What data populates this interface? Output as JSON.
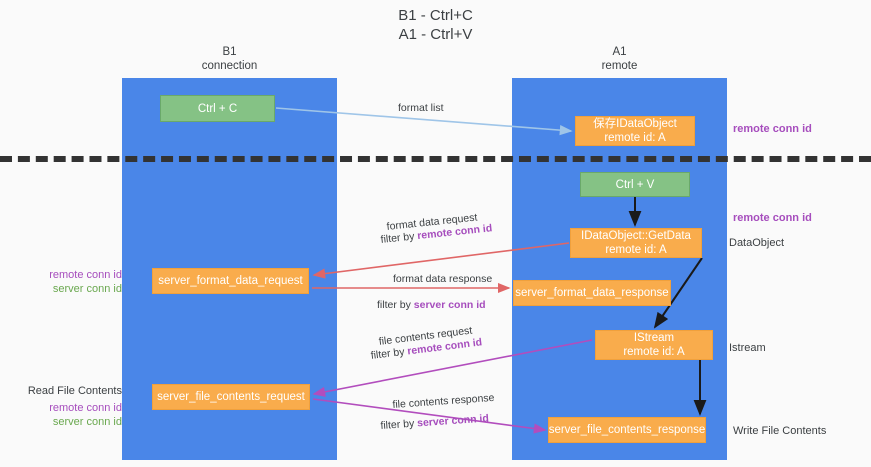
{
  "title": {
    "line1": "B1 - Ctrl+C",
    "line2": "A1 - Ctrl+V"
  },
  "lanes": [
    {
      "id": "b1",
      "name": "B1",
      "role": "connection"
    },
    {
      "id": "a1",
      "name": "A1",
      "role": "remote"
    }
  ],
  "nodes": {
    "ctrl_c": {
      "label": "Ctrl + C",
      "sub": "",
      "color": "#85c285"
    },
    "idataobject": {
      "label": "保存IDataObject",
      "sub": "remote id: A",
      "color": "#f9ac4c"
    },
    "ctrl_v": {
      "label": "Ctrl + V",
      "sub": "",
      "color": "#85c285"
    },
    "getdata": {
      "label": "IDataObject::GetData",
      "sub": "remote id: A",
      "color": "#f9ac4c"
    },
    "server_format_data_request": {
      "label": "server_format_data_request",
      "sub": "",
      "color": "#f9ac4c"
    },
    "server_format_data_response": {
      "label": "server_format_data_response",
      "sub": "",
      "color": "#f9ac4c"
    },
    "istream": {
      "label": "IStream",
      "sub": "remote id: A",
      "color": "#f9ac4c"
    },
    "server_file_contents_request": {
      "label": "server_file_contents_request",
      "sub": "",
      "color": "#f9ac4c"
    },
    "server_file_contents_response": {
      "label": "server_file_contents_response",
      "sub": "",
      "color": "#f9ac4c"
    }
  },
  "edges": {
    "format_list": {
      "label": "format list",
      "color": "#9fc5e8"
    },
    "format_data_request": {
      "label": "format data request",
      "filter_prefix": "filter by ",
      "filter_key": "remote conn id",
      "color": "#e06666"
    },
    "format_data_response": {
      "label": "format data response",
      "filter_prefix": "filter by ",
      "filter_key": "server conn id",
      "color": "#e06666"
    },
    "file_contents_request": {
      "label": "file contents request",
      "filter_prefix": "filter by ",
      "filter_key": "remote conn id",
      "color": "#b24dbd"
    },
    "file_contents_response": {
      "label": "file contents response",
      "filter_prefix": "filter by ",
      "filter_key": "server conn id",
      "color": "#b24dbd"
    }
  },
  "annotations": {
    "right": [
      {
        "text": "remote conn id",
        "style": "purple"
      },
      {
        "text": "remote conn id",
        "style": "purple"
      },
      {
        "text": "DataObject",
        "style": "grey"
      },
      {
        "text": "Istream",
        "style": "grey"
      },
      {
        "text": "Write File Contents",
        "style": "grey"
      }
    ],
    "left": [
      {
        "text": "remote conn id",
        "style": "purple"
      },
      {
        "text": "server conn id",
        "style": "green"
      },
      {
        "text": "Read File Contents",
        "style": "grey"
      },
      {
        "text": "remote conn id",
        "style": "purple"
      },
      {
        "text": "server conn id",
        "style": "green"
      }
    ]
  },
  "colors": {
    "lane": "#4a86e8",
    "node_green": "#85c285",
    "node_orange": "#f9ac4c",
    "divider": "#333333",
    "purple": "#a64dbd",
    "green_text": "#6aa84f",
    "red_arrow": "#e06666",
    "blue_arrow": "#9fc5e8",
    "magenta_arrow": "#b24dbd",
    "background": "#fafafa"
  }
}
